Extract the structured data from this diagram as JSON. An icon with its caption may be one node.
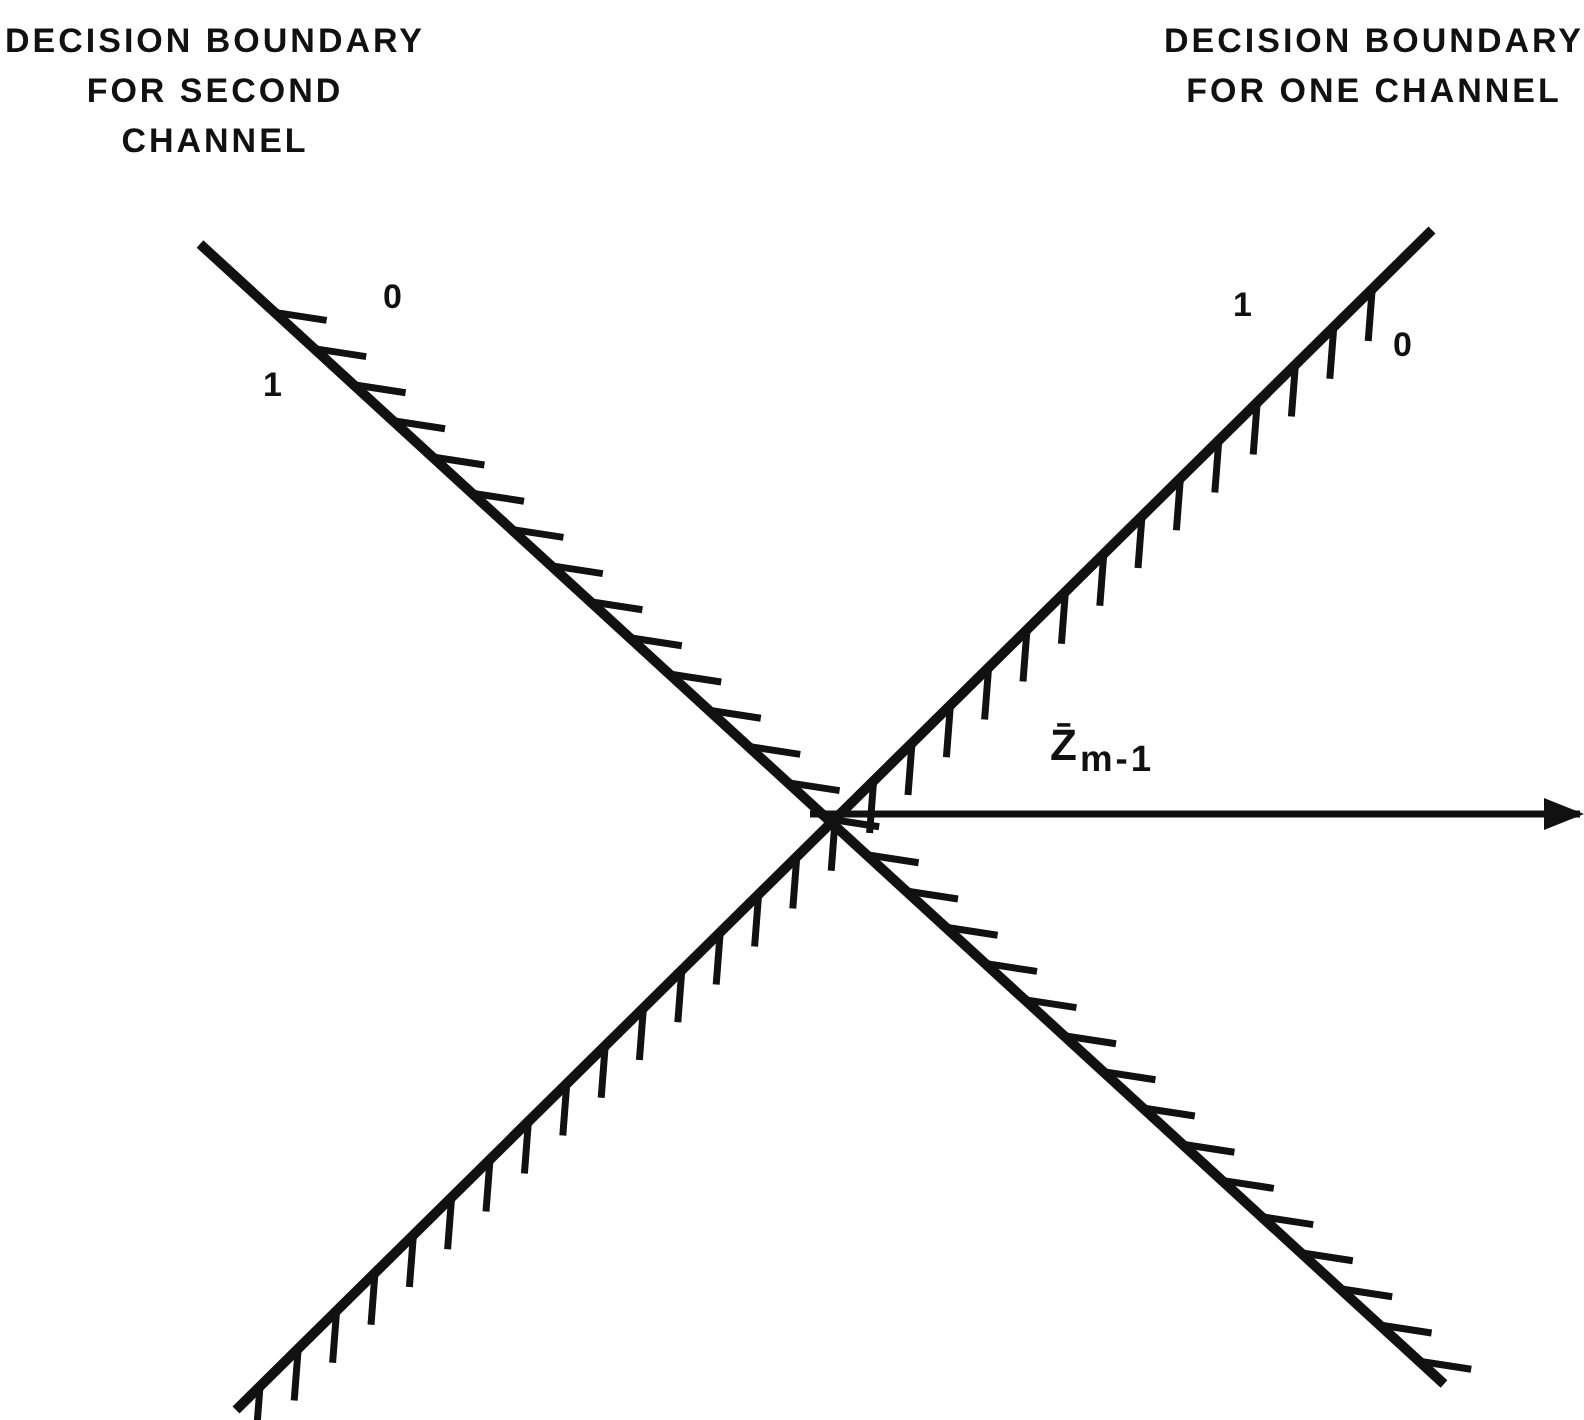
{
  "diagram": {
    "labels": [
      "DECISION BOUNDARY FOR SECOND CHANNEL",
      "DECISION BOUNDARY FOR ONE CHANNEL",
      "1",
      "0",
      "1",
      "0",
      "Z̄$_{m-1}$"
    ]
  }
}
